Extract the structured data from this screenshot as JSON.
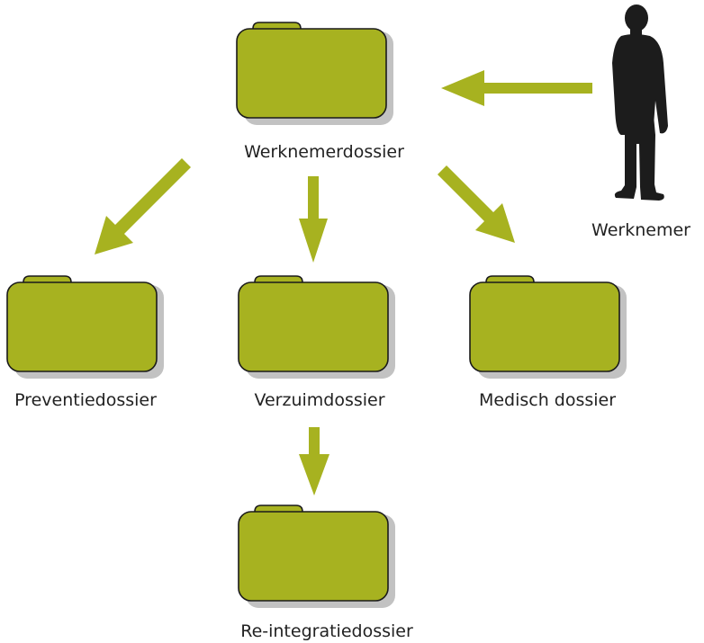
{
  "nodes": {
    "werknemerdossier": {
      "label": "Werknemerdossier"
    },
    "werknemer": {
      "label": "Werknemer"
    },
    "preventiedossier": {
      "label": "Preventiedossier"
    },
    "verzuimdossier": {
      "label": "Verzuimdossier"
    },
    "medisch_dossier": {
      "label": "Medisch dossier"
    },
    "reintegratiedossier": {
      "label": "Re-integratiedossier"
    }
  },
  "edges": [
    {
      "from": "werknemer",
      "to": "werknemerdossier"
    },
    {
      "from": "werknemerdossier",
      "to": "preventiedossier"
    },
    {
      "from": "werknemerdossier",
      "to": "verzuimdossier"
    },
    {
      "from": "werknemerdossier",
      "to": "medisch_dossier"
    },
    {
      "from": "verzuimdossier",
      "to": "reintegratiedossier"
    }
  ],
  "colors": {
    "folder_fill": "#a7b220",
    "folder_stroke": "#1a1a1a",
    "folder_shadow": "#c2c2c2",
    "arrow": "#a7b220",
    "person": "#1c1c1c"
  },
  "icons": {
    "folder": "folder-icon",
    "person": "person-silhouette-icon"
  }
}
